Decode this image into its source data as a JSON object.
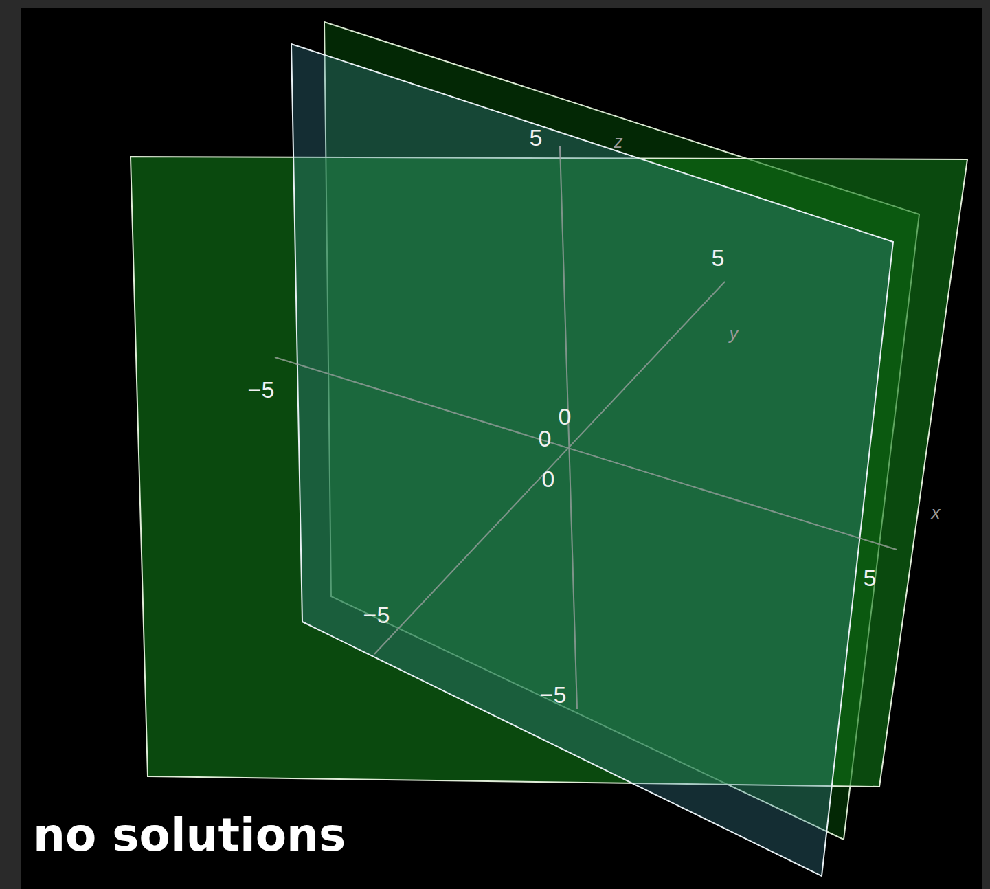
{
  "diagram": {
    "caption": "no solutions",
    "labels": [
      "5",
      "z",
      "5",
      "y",
      "−5",
      "0",
      "0",
      "0",
      "x",
      "5",
      "−5",
      "−5"
    ]
  }
}
